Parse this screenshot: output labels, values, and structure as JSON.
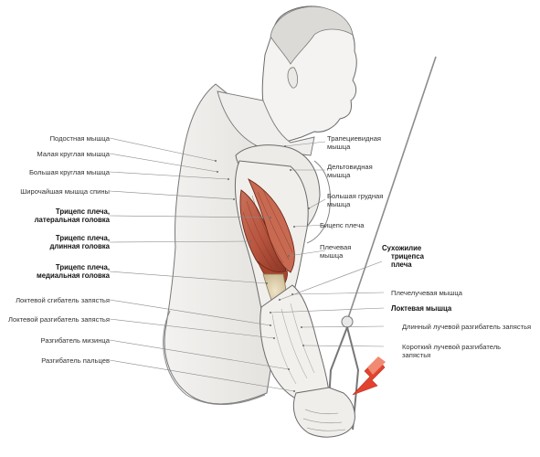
{
  "labels_left": [
    {
      "id": "infraspinatus",
      "text": "Подостная мышца",
      "bold": false
    },
    {
      "id": "teres-minor",
      "text": "Малая круглая мышца",
      "bold": false
    },
    {
      "id": "teres-major",
      "text": "Большая круглая мышца",
      "bold": false
    },
    {
      "id": "latissimus",
      "text": "Широчайшая мышца спины",
      "bold": false
    },
    {
      "id": "triceps-lateral",
      "line1": "Трицепс плеча,",
      "line2": "латеральная головка",
      "bold": true
    },
    {
      "id": "triceps-long",
      "line1": "Трицепс плеча,",
      "line2": "длинная головка",
      "bold": true
    },
    {
      "id": "triceps-medial",
      "line1": "Трицепс плеча,",
      "line2": "медиальная головка",
      "bold": true
    },
    {
      "id": "flexor-carpi-ulnaris",
      "text": "Локтевой сгибатель запястья",
      "bold": false
    },
    {
      "id": "extensor-carpi-ulnaris",
      "text": "Локтевой разгибатель запястья",
      "bold": false
    },
    {
      "id": "extensor-digiti-minimi",
      "text": "Разгибатель мизинца",
      "bold": false
    },
    {
      "id": "extensor-digitorum",
      "text": "Разгибатель пальцев",
      "bold": false
    }
  ],
  "labels_right": [
    {
      "id": "trapezius",
      "line1": "Трапециевидная",
      "line2": "мышца",
      "bold": false
    },
    {
      "id": "deltoid",
      "line1": "Дельтовидная",
      "line2": "мышца",
      "bold": false
    },
    {
      "id": "pectoralis-major",
      "line1": "Большая грудная",
      "line2": "мышца",
      "bold": false
    },
    {
      "id": "biceps",
      "text": "Бицепс плеча",
      "bold": false
    },
    {
      "id": "brachialis",
      "line1": "Плечевая",
      "line2": "мышца",
      "bold": false
    },
    {
      "id": "triceps-tendon",
      "line1": "Сухожилие",
      "line2": "трицепса",
      "line3": "плеча",
      "bold": true
    },
    {
      "id": "brachioradialis",
      "text": "Плечелучевая мышца",
      "bold": false
    },
    {
      "id": "anconeus",
      "text": "Локтевая мышца",
      "bold": true
    },
    {
      "id": "ecr-longus",
      "text": "Длинный лучевой разгибатель запястья",
      "bold": false
    },
    {
      "id": "ecr-brevis",
      "line1": "Короткий лучевой разгибатель",
      "line2": "запястья",
      "bold": false
    }
  ],
  "colors": {
    "muscle_highlight": "#b8553f",
    "muscle_dark": "#7a2c1e",
    "sketch_line": "#6b6b6b",
    "leader_line": "#8a8a8a",
    "arrow": "#e2432f",
    "label_text": "#333333"
  }
}
